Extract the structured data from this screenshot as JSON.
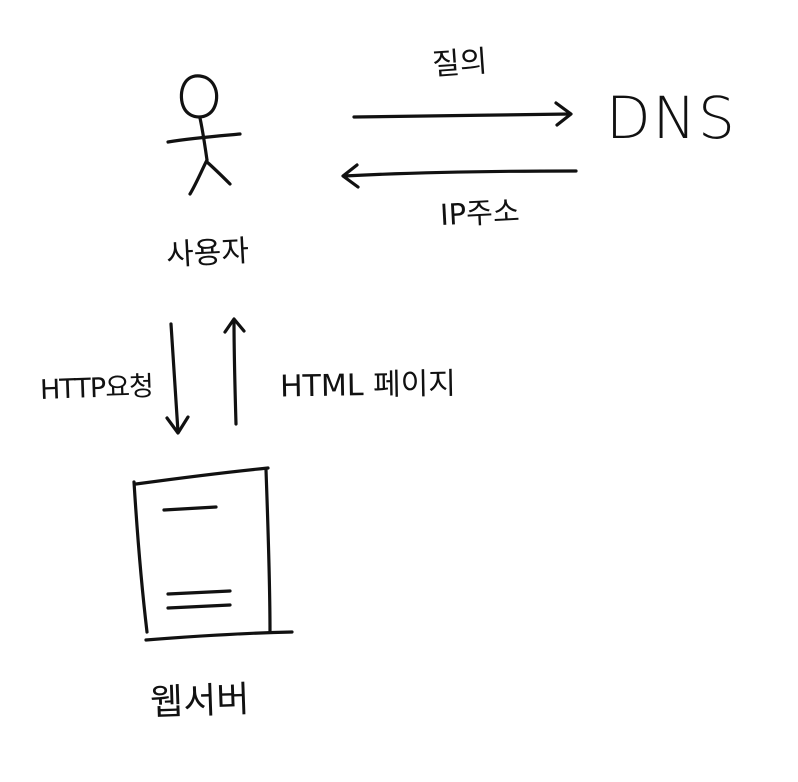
{
  "nodes": {
    "user": {
      "label": "사용자"
    },
    "dns": {
      "label": "DNS"
    },
    "web_server": {
      "label": "웹서버"
    }
  },
  "edges": {
    "query": {
      "label": "질의",
      "from": "user",
      "to": "dns"
    },
    "ip_address": {
      "label": "IP주소",
      "from": "dns",
      "to": "user"
    },
    "http_request": {
      "label": "HTTP요청",
      "from": "user",
      "to": "web_server"
    },
    "html_page": {
      "label": "HTML 페이지",
      "from": "web_server",
      "to": "user"
    }
  },
  "style": {
    "ink_color": "#111111",
    "background": "#ffffff"
  }
}
